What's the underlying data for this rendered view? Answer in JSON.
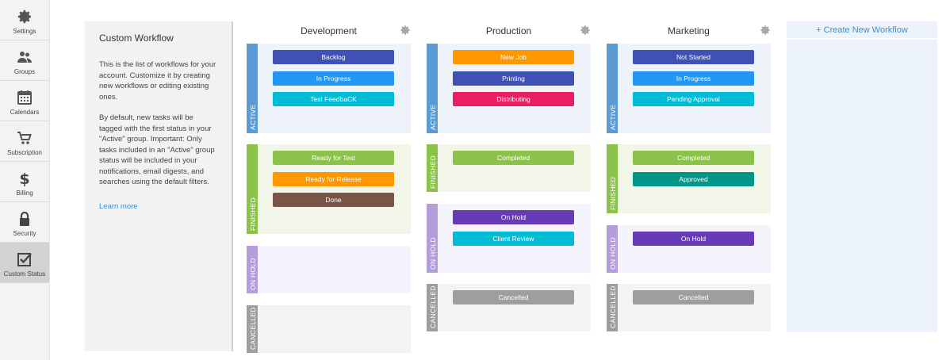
{
  "nav": [
    {
      "label": "Settings",
      "icon": "gear-icon"
    },
    {
      "label": "Groups",
      "icon": "users-icon"
    },
    {
      "label": "Calendars",
      "icon": "calendar-icon"
    },
    {
      "label": "Subscription",
      "icon": "cart-icon"
    },
    {
      "label": "Billing",
      "icon": "dollar-icon"
    },
    {
      "label": "Security",
      "icon": "lock-icon"
    },
    {
      "label": "Custom Status",
      "icon": "checkbox-icon",
      "active": true
    }
  ],
  "info": {
    "title": "Custom Workflow",
    "p1": "This is the list of workflows for your account. Customize it by creating new workflows or editing existing ones.",
    "p2": "By default, new tasks will be tagged with the first status in your \"Active\" group. Important: Only tasks included in an \"Active\" group status will be included in your notifications, email digests, and searches using the default filters.",
    "learn_more": "Learn more"
  },
  "create_workflow": "+ Create New Workflow",
  "workflows": [
    {
      "title": "Development",
      "groups": [
        {
          "label": "ACTIVE",
          "color": "#5b9bd5",
          "bg": "#eef3fa",
          "statuses": [
            {
              "label": "Backlog",
              "color": "#3f51b5"
            },
            {
              "label": "In Progress",
              "color": "#2196f3"
            },
            {
              "label": "Test FeedbaCK",
              "color": "#00bcd4"
            }
          ]
        },
        {
          "label": "FINISHED",
          "color": "#8bc34a",
          "bg": "#f1f6e9",
          "statuses": [
            {
              "label": "Ready for Test",
              "color": "#8bc34a"
            },
            {
              "label": "Ready for Release",
              "color": "#ff9800"
            },
            {
              "label": "Done",
              "color": "#795548"
            }
          ]
        },
        {
          "label": "ON HOLD",
          "color": "#b39ddb",
          "bg": "#f5f3fc",
          "statuses": []
        },
        {
          "label": "CANCELLED",
          "color": "#9e9e9e",
          "bg": "#f3f3f3",
          "statuses": []
        }
      ]
    },
    {
      "title": "Production",
      "groups": [
        {
          "label": "ACTIVE",
          "color": "#5b9bd5",
          "bg": "#eef3fa",
          "statuses": [
            {
              "label": "New Job",
              "color": "#ff9800"
            },
            {
              "label": "Printing",
              "color": "#3f51b5"
            },
            {
              "label": "Distributing",
              "color": "#e91e63"
            }
          ]
        },
        {
          "label": "FINISHED",
          "color": "#8bc34a",
          "bg": "#f1f6e9",
          "statuses": [
            {
              "label": "Completed",
              "color": "#8bc34a"
            }
          ]
        },
        {
          "label": "ON HOLD",
          "color": "#b39ddb",
          "bg": "#f5f3fc",
          "statuses": [
            {
              "label": "On Hold",
              "color": "#673ab7"
            },
            {
              "label": "Client Review",
              "color": "#00bcd4"
            }
          ]
        },
        {
          "label": "CANCELLED",
          "color": "#9e9e9e",
          "bg": "#f3f3f3",
          "statuses": [
            {
              "label": "Cancelled",
              "color": "#9e9e9e"
            }
          ]
        }
      ]
    },
    {
      "title": "Marketing",
      "groups": [
        {
          "label": "ACTIVE",
          "color": "#5b9bd5",
          "bg": "#eef3fa",
          "statuses": [
            {
              "label": "Not Started",
              "color": "#3f51b5"
            },
            {
              "label": "In Progress",
              "color": "#2196f3"
            },
            {
              "label": "Pending Approval",
              "color": "#00bcd4"
            }
          ]
        },
        {
          "label": "FINISHED",
          "color": "#8bc34a",
          "bg": "#f1f6e9",
          "statuses": [
            {
              "label": "Completed",
              "color": "#8bc34a"
            },
            {
              "label": "Approved",
              "color": "#009688"
            }
          ]
        },
        {
          "label": "ON HOLD",
          "color": "#b39ddb",
          "bg": "#f5f3fc",
          "statuses": [
            {
              "label": "On Hold",
              "color": "#673ab7"
            }
          ]
        },
        {
          "label": "CANCELLED",
          "color": "#9e9e9e",
          "bg": "#f3f3f3",
          "statuses": [
            {
              "label": "Cancelled",
              "color": "#9e9e9e"
            }
          ]
        }
      ]
    }
  ]
}
